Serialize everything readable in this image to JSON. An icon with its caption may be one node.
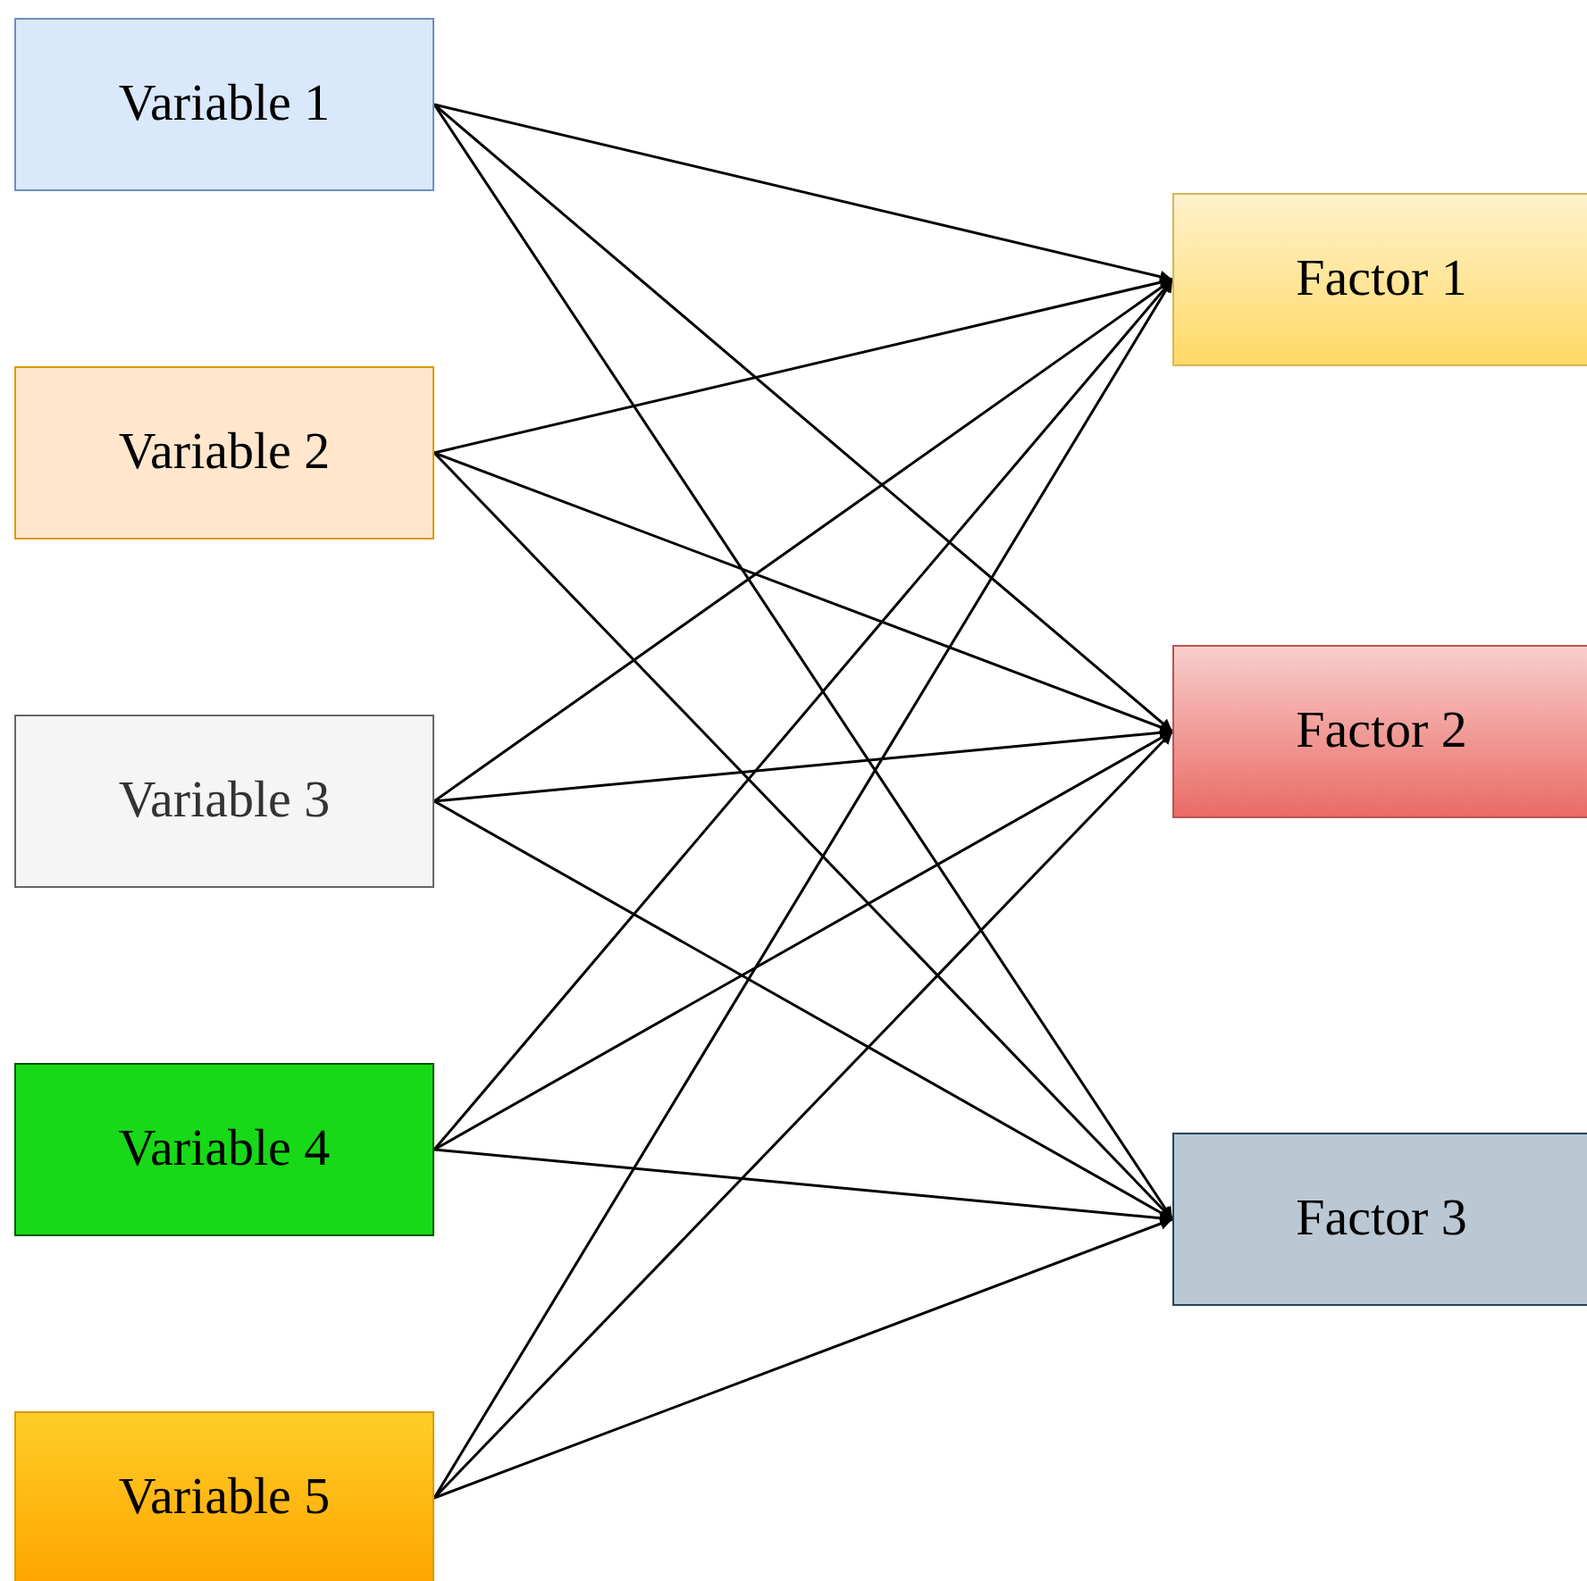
{
  "diagram": {
    "nodes": [
      {
        "text": [
          "Variable 1"
        ]
      },
      {
        "text": [
          "Variable 2"
        ]
      },
      {
        "text": [
          "Variable 3"
        ]
      },
      {
        "text": [
          "Variable 4"
        ]
      },
      {
        "text": [
          "Variable 5"
        ]
      },
      {
        "text": [
          "Factor 1"
        ]
      },
      {
        "text": [
          "Factor 2"
        ]
      },
      {
        "text": [
          "Factor 3"
        ]
      }
    ],
    "edges": [
      {
        "from": 0,
        "to": 5,
        "arrow": "to"
      },
      {
        "from": 0,
        "to": 6,
        "arrow": "to"
      },
      {
        "from": 0,
        "to": 7,
        "arrow": "to"
      },
      {
        "from": 1,
        "to": 5,
        "arrow": "to"
      },
      {
        "from": 1,
        "to": 6,
        "arrow": "to"
      },
      {
        "from": 1,
        "to": 7,
        "arrow": "to"
      },
      {
        "from": 2,
        "to": 5,
        "arrow": "to"
      },
      {
        "from": 2,
        "to": 6,
        "arrow": "to"
      },
      {
        "from": 2,
        "to": 7,
        "arrow": "to"
      },
      {
        "from": 3,
        "to": 5,
        "arrow": "to"
      },
      {
        "from": 3,
        "to": 6,
        "arrow": "to"
      },
      {
        "from": 3,
        "to": 7,
        "arrow": "to"
      },
      {
        "from": 4,
        "to": 5,
        "arrow": "to"
      },
      {
        "from": 4,
        "to": 6,
        "arrow": "to"
      },
      {
        "from": 4,
        "to": 7,
        "arrow": "to"
      }
    ]
  }
}
